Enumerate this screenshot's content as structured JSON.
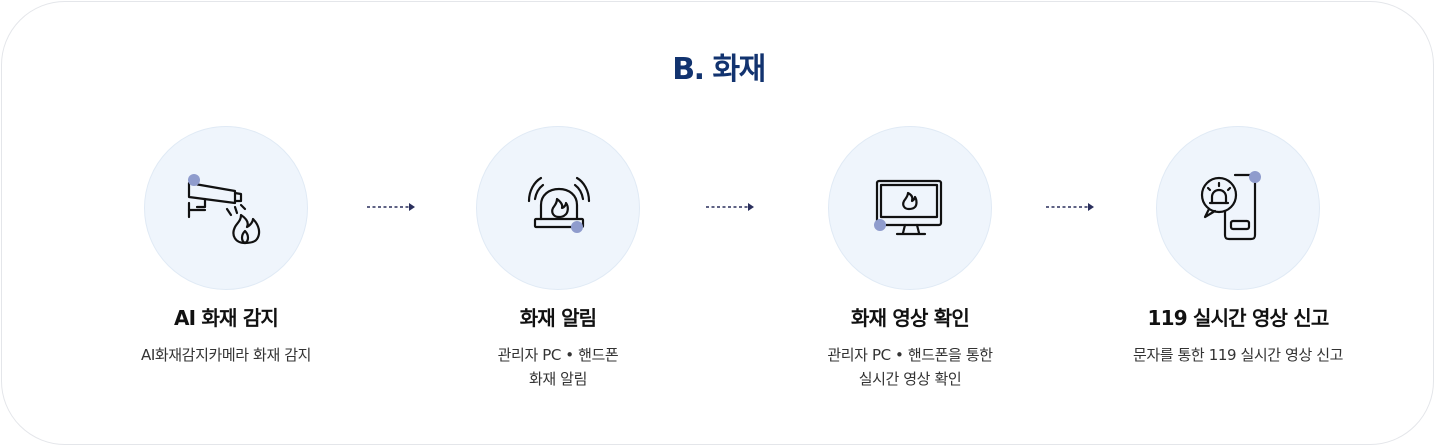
{
  "section": {
    "title": "B. 화재"
  },
  "steps": [
    {
      "title": "AI 화재 감지",
      "desc": [
        "AI화재감지카메라 화재 감지"
      ],
      "icon": "cctv-fire-icon"
    },
    {
      "title": "화재 알림",
      "desc": [
        "관리자 PC • 핸드폰",
        "화재 알림"
      ],
      "icon": "fire-alarm-icon"
    },
    {
      "title": "화재 영상 확인",
      "desc": [
        "관리자 PC • 핸드폰을 통한",
        "실시간 영상 확인"
      ],
      "icon": "monitor-fire-icon"
    },
    {
      "title": "119 실시간 영상 신고",
      "desc": [
        "문자를 통한 119 실시간 영상 신고"
      ],
      "icon": "phone-alarm-icon"
    }
  ],
  "colors": {
    "title": "#12336f",
    "circle_bg": "#eff5fc",
    "accent_dot": "#8f9ccd",
    "arrow": "#2a2f5c"
  }
}
